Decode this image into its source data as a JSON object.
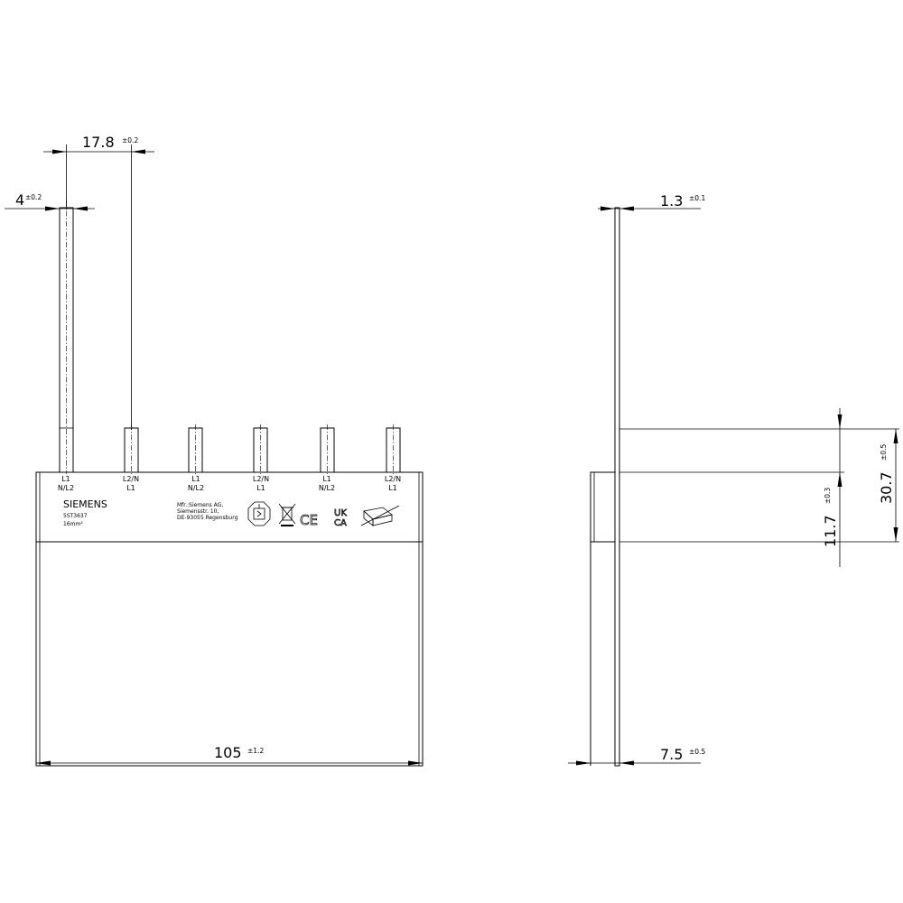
{
  "dimensions": {
    "pitch": {
      "value": "17.8",
      "tol": "±0.2"
    },
    "pin_width": {
      "value": "4",
      "tol": "±0.2"
    },
    "length": {
      "value": "105",
      "tol": "±1.2"
    },
    "pin_thickness": {
      "value": "1.3",
      "tol": "±0.1"
    },
    "base_depth": {
      "value": "7.5",
      "tol": "±0.5"
    },
    "height_total": {
      "value": "30.7",
      "tol": "±0.5"
    },
    "height_body": {
      "value": "11.7",
      "tol": "±0.3"
    }
  },
  "pins": [
    {
      "top": "L1",
      "bottom": "N/L2"
    },
    {
      "top": "L2/N",
      "bottom": "L1"
    },
    {
      "top": "L1",
      "bottom": "N/L2"
    },
    {
      "top": "L2/N",
      "bottom": "L1"
    },
    {
      "top": "L1",
      "bottom": "N/L2"
    },
    {
      "top": "L2/N",
      "bottom": "L1"
    }
  ],
  "label": {
    "brand": "SIEMENS",
    "part_number": "5ST3637",
    "cross_section": "16mm²",
    "manufacturer_lines": [
      "Mfr.:Siemens AG,",
      "Siemensstr. 10,",
      "DE-93055 Regensburg"
    ],
    "ce_mark": "CE",
    "ukca_mark": [
      "UK",
      "CA"
    ]
  }
}
